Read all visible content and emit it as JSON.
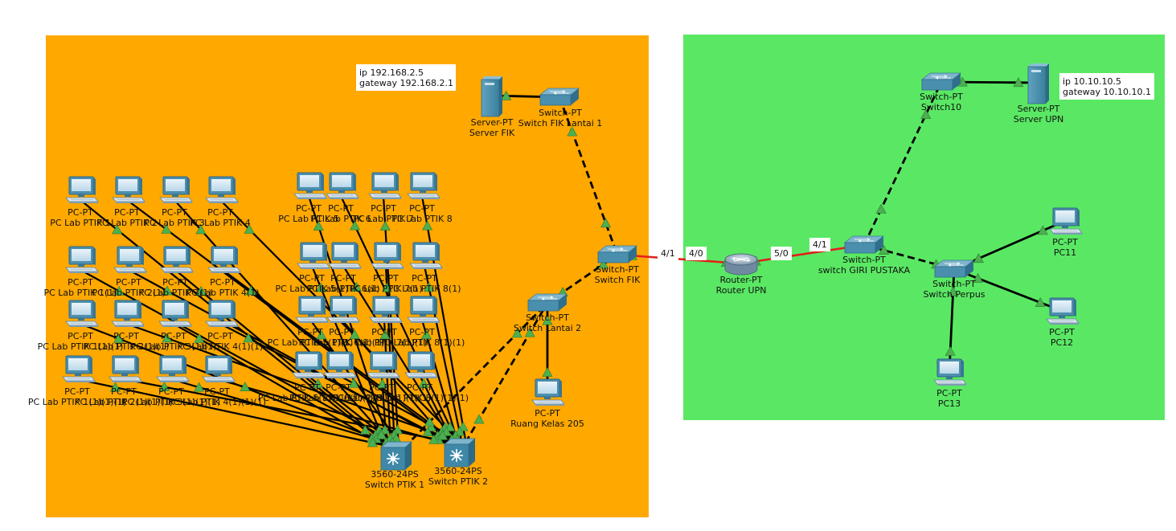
{
  "colors": {
    "zone_fik": "#FFA800",
    "zone_upn": "#5AE864",
    "link": "#000000",
    "serial": "#E0201A",
    "port_up": "#4CAF50"
  },
  "notes": {
    "fik": [
      "ip 192.168.2.5",
      "gateway 192.168.2.1"
    ],
    "upn": [
      "ip 10.10.10.5",
      "gateway 10.10.10.1"
    ]
  },
  "ports": {
    "fik_side": "4/1",
    "router_left": "4/0",
    "router_right": "5/0",
    "giri_side": "4/1"
  },
  "devices": {
    "server_fik": {
      "type": "Server-PT",
      "name": "Server FIK",
      "icon": "server-icon"
    },
    "sw_fik_lantai1": {
      "type": "Switch-PT",
      "name": "Switch FIK Lantai 1",
      "icon": "switch-icon"
    },
    "sw_fik": {
      "type": "Switch-PT",
      "name": "Switch FIK",
      "icon": "switch-icon"
    },
    "sw_lantai2": {
      "type": "Switch-PT",
      "name": "Switch Lantai 2",
      "icon": "switch-icon"
    },
    "pc_ruang205": {
      "type": "PC-PT",
      "name": "Ruang Kelas 205",
      "icon": "pc-icon"
    },
    "sw_ptik1": {
      "type": "3560-24PS",
      "name": "Switch PTIK 1",
      "icon": "multilayer-switch-icon"
    },
    "sw_ptik2": {
      "type": "3560-24PS",
      "name": "Switch PTIK 2",
      "icon": "multilayer-switch-icon"
    },
    "router_upn": {
      "type": "Router-PT",
      "name": "Router UPN",
      "icon": "router-icon"
    },
    "sw_giri": {
      "type": "Switch-PT",
      "name": "switch GIRI PUSTAKA",
      "icon": "switch-icon"
    },
    "sw10": {
      "type": "Switch-PT",
      "name": "Switch10",
      "icon": "switch-icon"
    },
    "server_upn": {
      "type": "Server-PT",
      "name": "Server UPN",
      "icon": "server-icon"
    },
    "sw_perpus": {
      "type": "Switch-PT",
      "name": "Switch Perpus",
      "icon": "switch-icon"
    },
    "pc11": {
      "type": "PC-PT",
      "name": "PC11",
      "icon": "pc-icon"
    },
    "pc12": {
      "type": "PC-PT",
      "name": "PC12",
      "icon": "pc-icon"
    },
    "pc13": {
      "type": "PC-PT",
      "name": "PC13",
      "icon": "pc-icon"
    }
  },
  "pc_type": "PC-PT",
  "lab_pcs": [
    "PC Lab PTIK 1",
    "PC Lab PTIK 2",
    "PC Lab PTIK 3",
    "PC Lab PTIK 4",
    "PC Lab PTIK 1(1)",
    "PC Lab PTIK 2(1)",
    "PC Lab PTIK 3(1)",
    "PC Lab PTIK 4(1)",
    "PC Lab PTIK 1(1)(1)",
    "PC Lab PTIK 2(1)(1)",
    "PC Lab PTIK 3(1)(1)",
    "PC Lab PTIK 4(1)(1)",
    "PC Lab PTIK 1(1)(1)(1)",
    "PC Lab PTIK 2(1)(1)(1)",
    "PC Lab PTIK 3(1)(1)(1)",
    "PC Lab PTIK 4(1)(1)(1)",
    "PC Lab PTIK 5",
    "PC Lab PTIK 6",
    "PC Lab PTIK 7",
    "PC Lab PTIK 8",
    "PC Lab PTIK 5(1)",
    "PC Lab PTIK 6(1)",
    "PC Lab PTIK 7(1)",
    "PC Lab PTIK 8(1)",
    "PC Lab PTIK 5(1)(1)",
    "PC Lab PTIK 6(1)(1)",
    "PC Lab PTIK 7(1)(1)",
    "PC Lab PTIK 8(1)(1)",
    "PC Lab PTIK 5(1)(1)(1)",
    "PC Lab PTIK 6(1)(1)(1)",
    "PC Lab PTIK 7(1)(1)(1)",
    "PC Lab PTIK 8(1)(1)(1)"
  ],
  "links": [
    [
      "server_fik",
      "sw_fik_lantai1",
      "straight"
    ],
    [
      "sw_fik_lantai1",
      "sw_fik",
      "cross"
    ],
    [
      "sw_lantai2",
      "sw_fik",
      "cross"
    ],
    [
      "sw_ptik1",
      "sw_lantai2",
      "cross"
    ],
    [
      "sw_ptik2",
      "sw_lantai2",
      "cross"
    ],
    [
      "pc_ruang205",
      "sw_lantai2",
      "straight"
    ],
    [
      "sw_fik",
      "router_upn",
      "serial"
    ],
    [
      "router_upn",
      "sw_giri",
      "serial"
    ],
    [
      "sw_giri",
      "sw10",
      "cross"
    ],
    [
      "sw10",
      "server_upn",
      "straight"
    ],
    [
      "sw_giri",
      "sw_perpus",
      "cross"
    ],
    [
      "sw_perpus",
      "pc11",
      "straight"
    ],
    [
      "sw_perpus",
      "pc12",
      "straight"
    ],
    [
      "sw_perpus",
      "pc13",
      "straight"
    ]
  ]
}
